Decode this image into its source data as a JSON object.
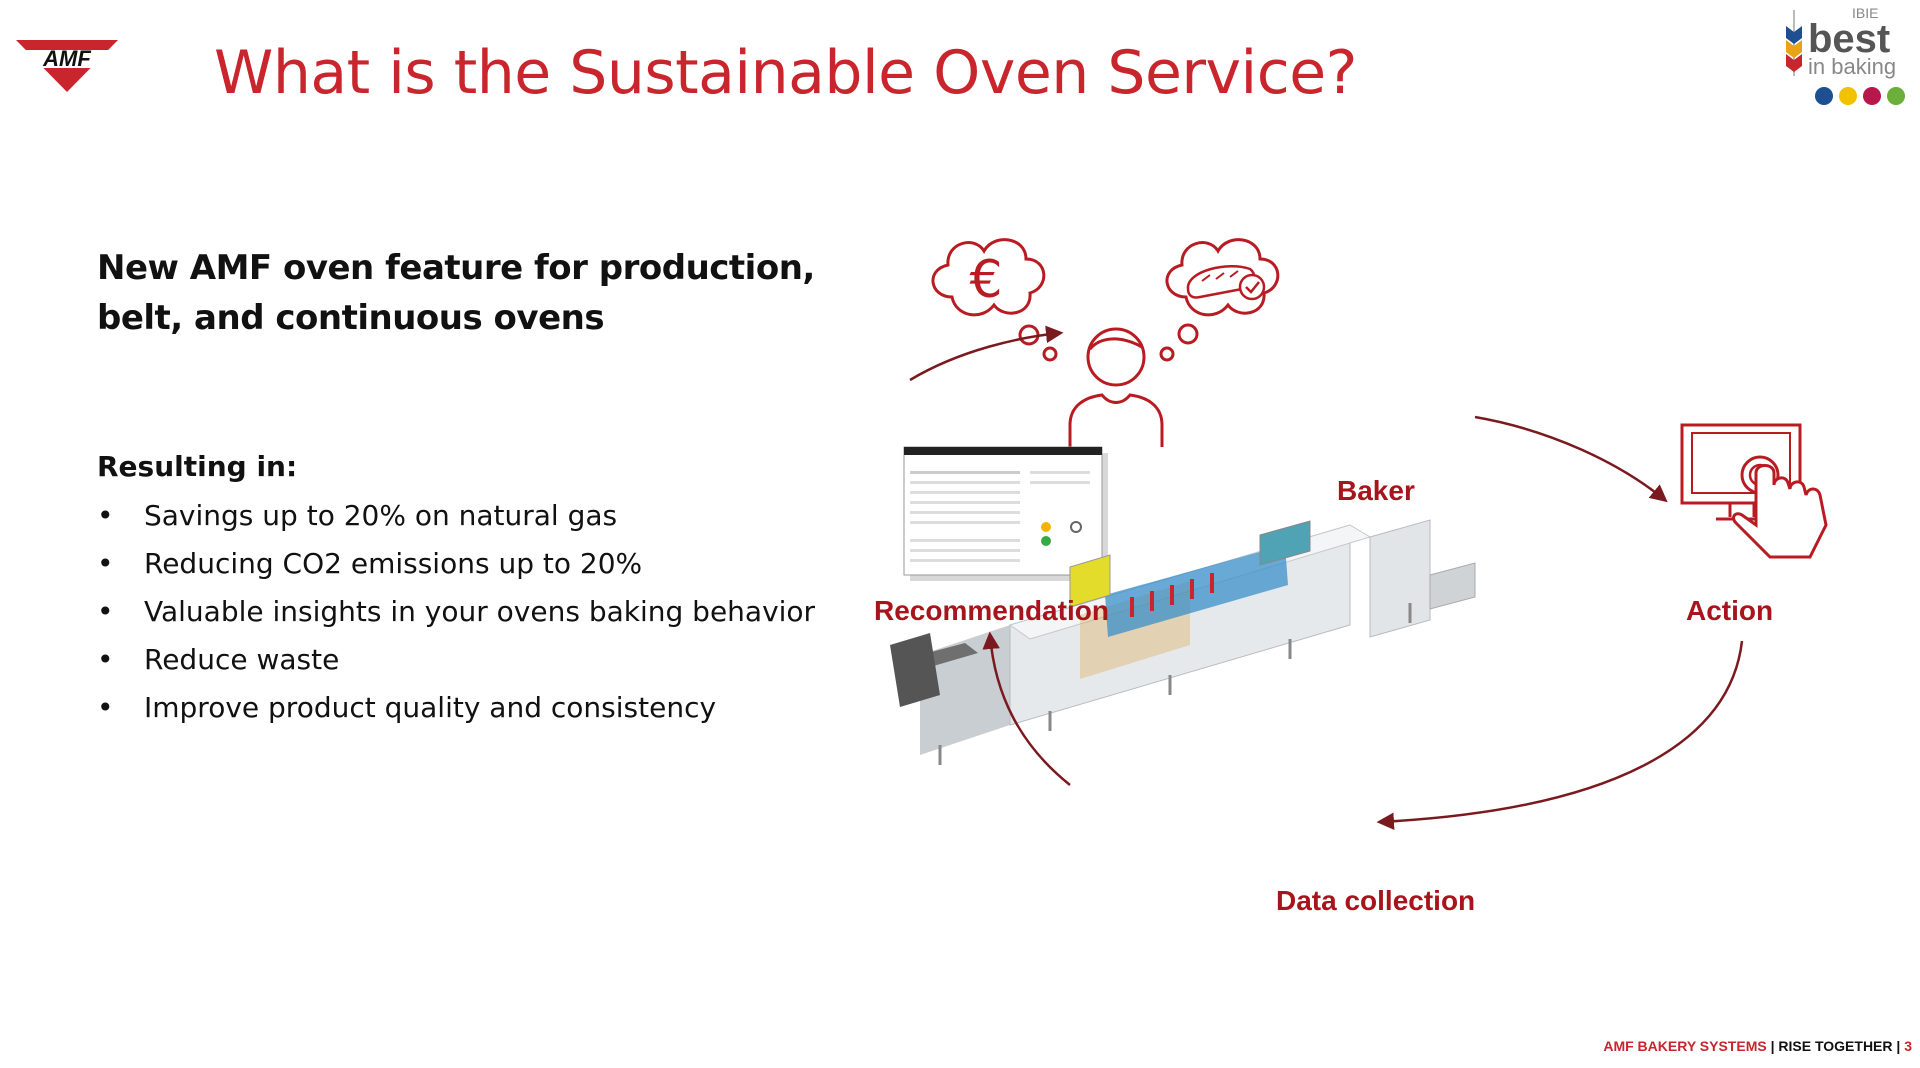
{
  "slide": {
    "title": "What is the Sustainable Oven Service?",
    "subtitle": "New AMF oven feature for production, belt, and continuous ovens",
    "resulting_heading": "Resulting in:",
    "bullet_char": "•",
    "bullets": [
      "Savings up to 20% on natural gas",
      "Reducing CO2 emissions up to 20%",
      "Valuable insights in your ovens baking behavior",
      "Reduce waste",
      "Improve product quality and consistency"
    ]
  },
  "logos": {
    "amf": "AMF",
    "ibie_top": "IBIE",
    "ibie_best": "best",
    "ibie_in_baking": "in baking"
  },
  "diagram": {
    "baker_label": "Baker",
    "recommendation_label": "Recommendation",
    "action_label": "Action",
    "data_collection_label": "Data collection",
    "euro_symbol": "€"
  },
  "footer": {
    "brand": "AMF BAKERY SYSTEMS",
    "separator": " | ",
    "tagline": "RISE TOGETHER",
    "page_number": "3"
  },
  "colors": {
    "title_red": "#c8252c",
    "diagram_red": "#a8141c",
    "text": "#111111"
  }
}
